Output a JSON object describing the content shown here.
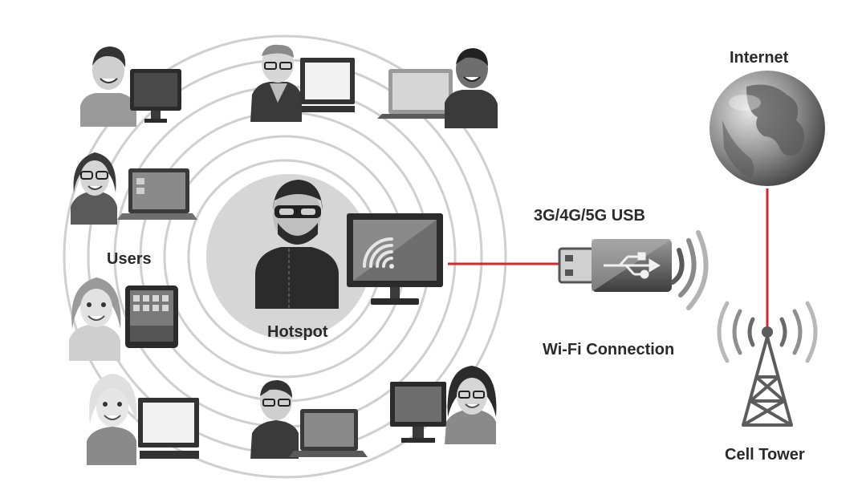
{
  "labels": {
    "internet": "Internet",
    "usb": "3G/4G/5G USB",
    "users": "Users",
    "hotspot": "Hotspot",
    "wifi_connection": "Wi-Fi Connection",
    "cell_tower": "Cell Tower"
  },
  "colors": {
    "link_line": "#d0282e",
    "figure_dark": "#2b2b2b",
    "figure_mid": "#6e6e6e",
    "figure_light": "#bdbdbd",
    "ring": "#c8c8c8",
    "hotspot_disc": "#d6d6d6"
  },
  "icons": {
    "hotspot": "hacker-with-monitor-icon",
    "usb": "usb-modem-icon",
    "internet": "globe-icon",
    "tower": "cell-tower-icon",
    "users": [
      "user-desktop-icon",
      "user-laptop-icon",
      "user-tablet-icon"
    ]
  }
}
